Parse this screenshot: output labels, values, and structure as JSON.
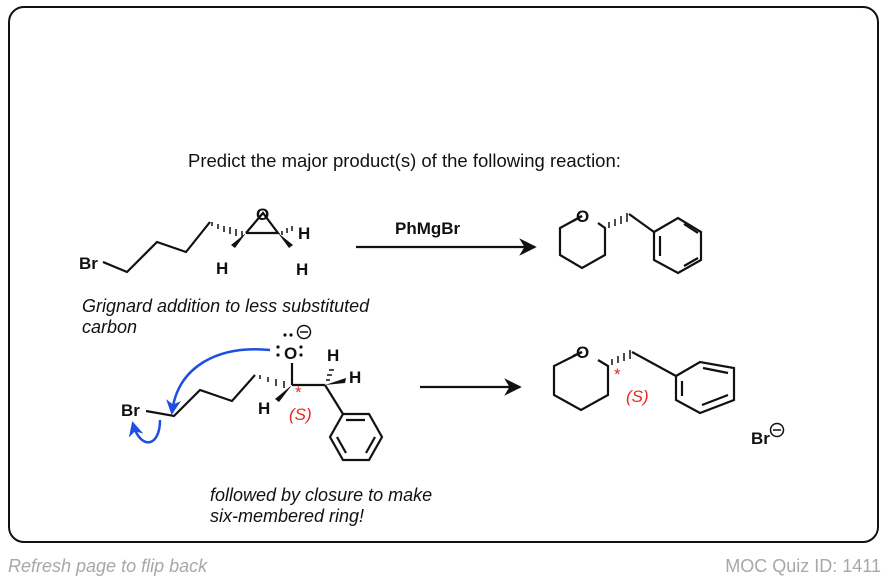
{
  "question": {
    "prompt": "Predict the major product(s) of the following reaction:",
    "reagent": "PhMgBr"
  },
  "reaction": {
    "starting_material": {
      "name": "2-(4-bromobutyl)oxirane",
      "labels": {
        "br": "Br",
        "o": "O",
        "h": "H"
      }
    },
    "product": {
      "name": "(S)-2-benzyltetrahydropyran",
      "labels": {
        "o": "O"
      }
    }
  },
  "explanation": {
    "note1_line1": "Grignard addition to less substituted",
    "note1_line2": "carbon",
    "note2_line1": "followed by closure to make",
    "note2_line2": "six-membered ring!",
    "intermediate_labels": {
      "br": "Br",
      "o": "O",
      "h": "H",
      "stereo": "(S)",
      "star": "*"
    },
    "product_labels": {
      "o": "O",
      "stereo": "(S)",
      "star": "*",
      "bromide": "Br"
    },
    "stereo_color": "#e8281e",
    "arrow_color": "#1f4fe0"
  },
  "footer": {
    "left": "Refresh page to flip back",
    "right": "MOC Quiz ID: 1411"
  }
}
